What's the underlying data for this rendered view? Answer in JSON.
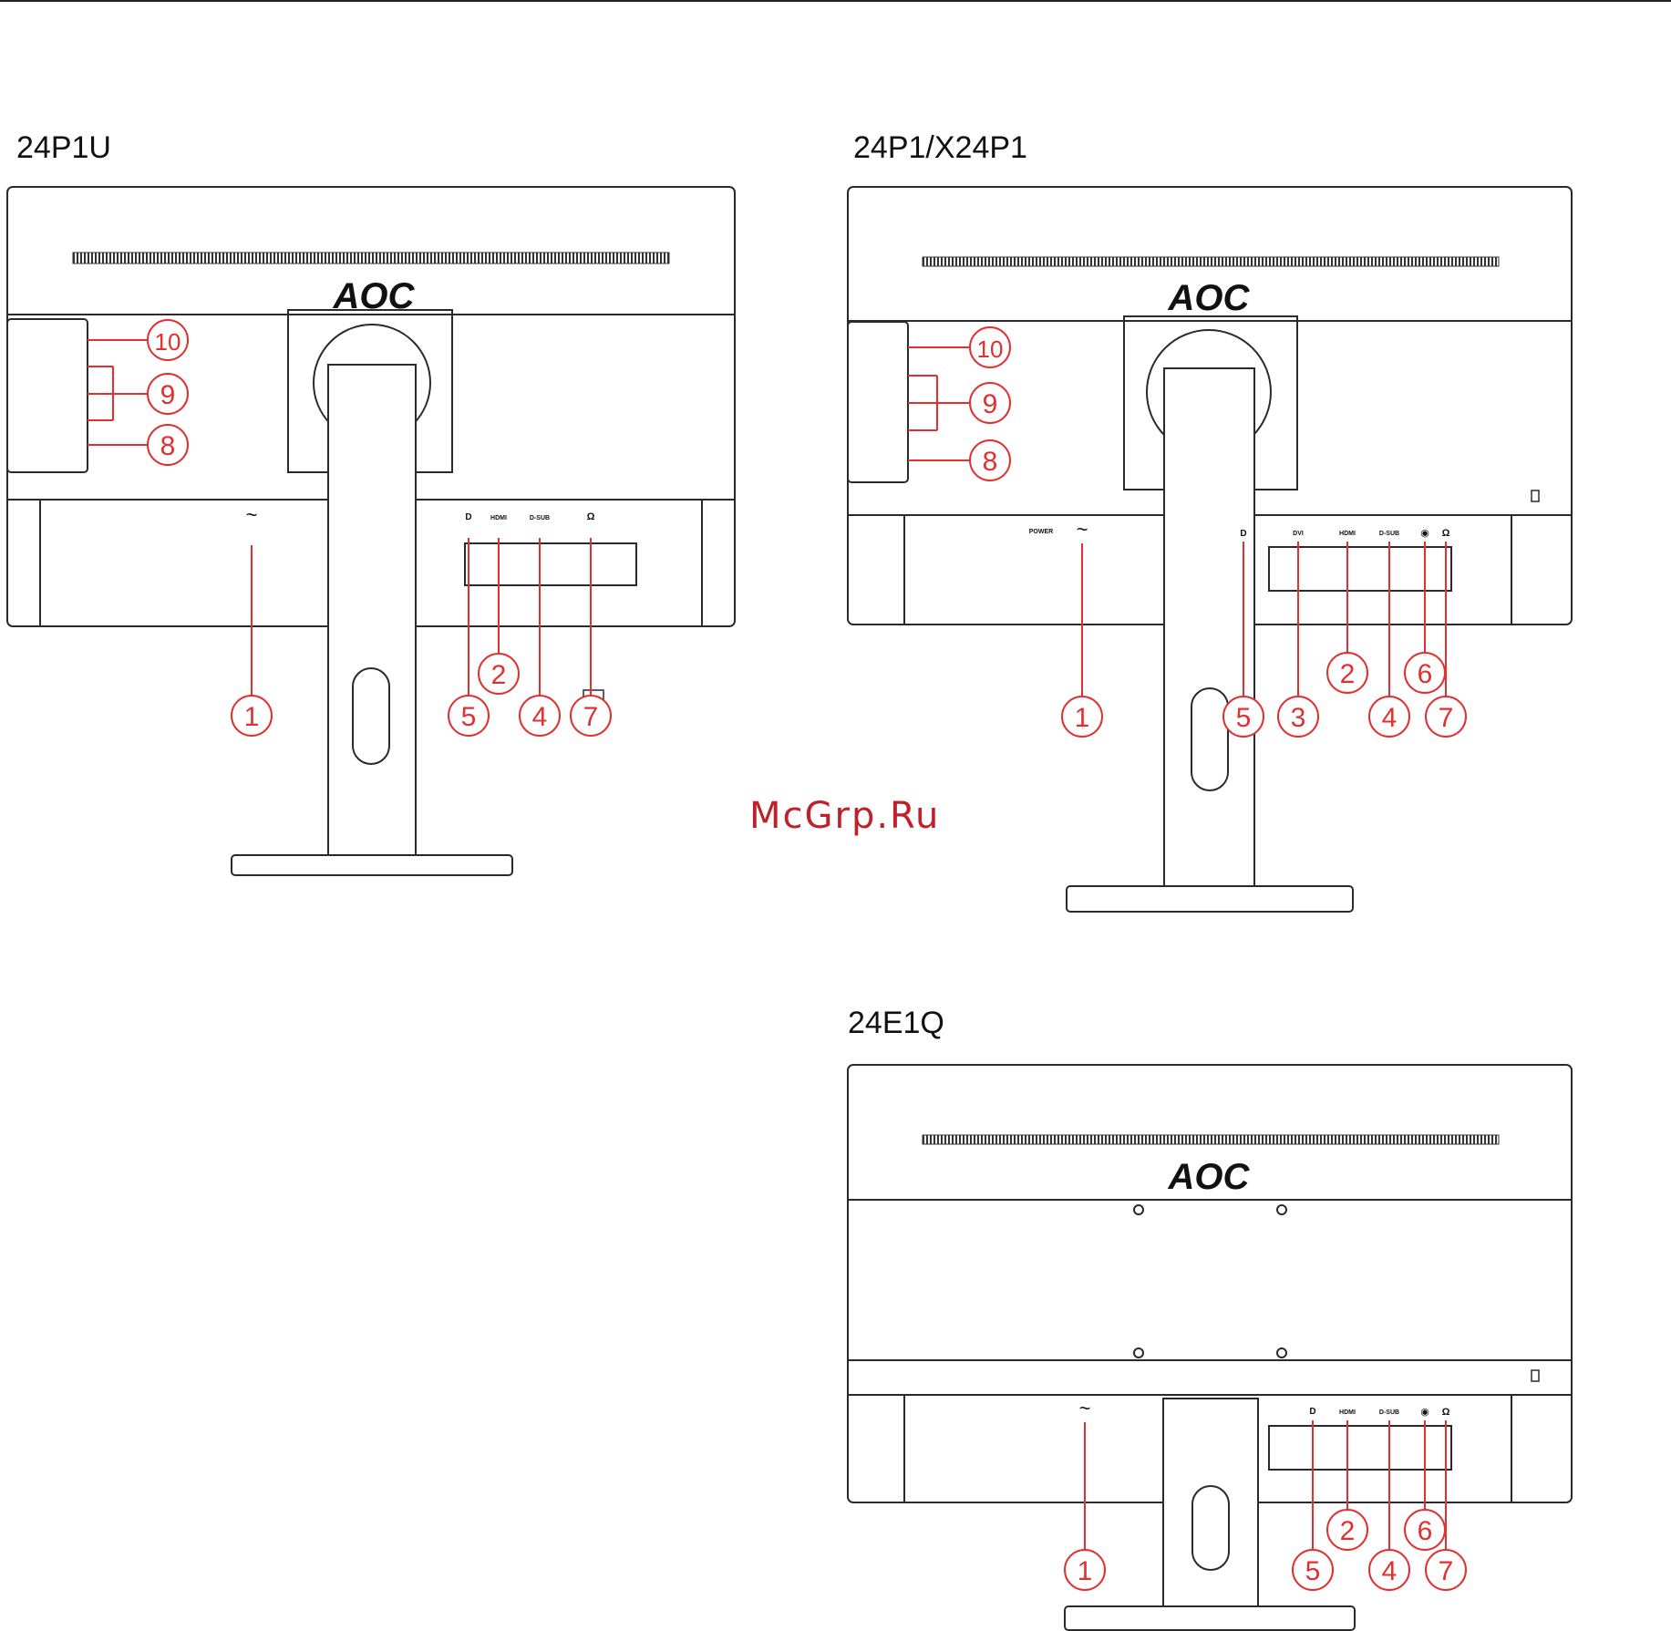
{
  "titles": {
    "model_a": "24P1U",
    "model_b": "24P1/X24P1",
    "model_c": "24E1Q"
  },
  "brand_logo": "AOC",
  "watermark": "McGrp.Ru",
  "port_labels": {
    "displayport": "D",
    "hdmi": "HDMI",
    "dsub": "D-SUB",
    "dvi": "DVI",
    "power": "POWER",
    "ac": "~",
    "audio_in": "◉",
    "headphone": "Ω"
  },
  "callouts": {
    "c1": "1",
    "c2": "2",
    "c3": "3",
    "c4": "4",
    "c5": "5",
    "c6": "6",
    "c7": "7",
    "c8": "8",
    "c9": "9",
    "c10": "10"
  },
  "colors": {
    "outline": "#2a2a2a",
    "callout": "#e03030",
    "watermark": "#c0202a"
  }
}
